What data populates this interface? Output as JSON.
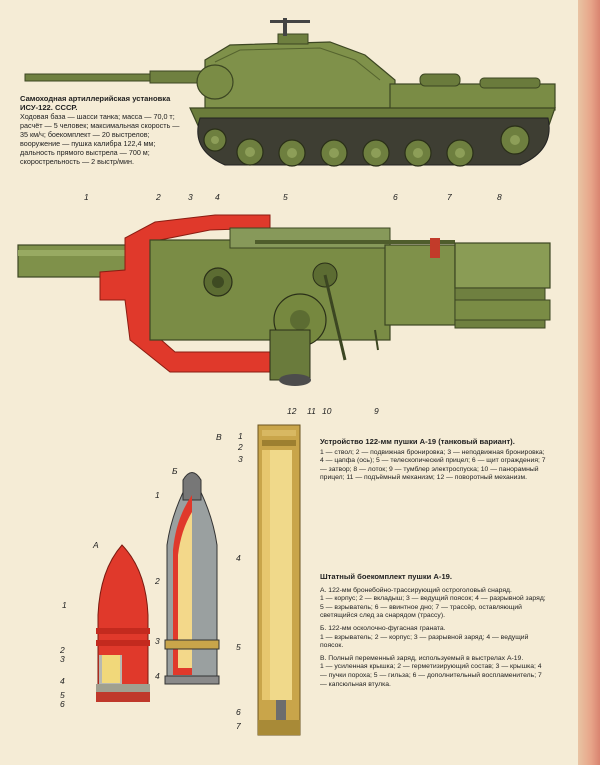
{
  "hero": {
    "title": "Самоходная артиллерийская установка ИСУ-122. СССР.",
    "desc": "Ходовая база — шасси танка; масса — 70,0 т; расчёт — 5 человек; максимальная скорость — 35 км/ч; боекомплект — 20 выстрелов; вооружение — пушка калибра 122,4 мм; дальность прямого выстрела — 700 м; скорострельность — 2 выстр/мин."
  },
  "gun_labels_top": [
    "1",
    "2",
    "3",
    "4",
    "5",
    "6",
    "7",
    "8"
  ],
  "gun_labels_bottom": [
    "12",
    "11",
    "10",
    "9"
  ],
  "gun_section": {
    "title": "Устройство 122-мм пушки А-19 (танковый вариант).",
    "text": "1 — ствол; 2 — подвижная бронировка; 3 — неподвижная бронировка; 4 — цапфа (ось); 5 — телескопический прицел; 6 — щит ограждения; 7 — затвор; 8 — лоток; 9 — тумблер электроспуска; 10 — панорамный прицел; 11 — подъёмный механизм; 12 — поворотный механизм."
  },
  "ammo_section": {
    "title": "Штатный боекомплект пушки А-19.",
    "a_title": "А. 122-мм бронебойно-трассирующий остроголовый снаряд.",
    "a_text": "1 — корпус; 2 — вкладыш; 3 — ведущий поясок; 4 — разрывной заряд; 5 — взрыватель; 6 — ввинтное дно; 7 — трассёр, оставляющий светящийся след за снарядом (трассу).",
    "b_title": "Б. 122-мм осколочно-фугасная граната.",
    "b_text": "1 — взрыватель; 2 — корпус; 3 — разрывной заряд; 4 — ведущий поясок.",
    "v_title": "В. Полный переменный заряд, используемый в выстрелах А-19.",
    "v_text": "1 — усиленная крышка; 2 — герметизирующий состав; 3 — крышка; 4 — пучки пороха; 5 — гильза; 6 — дополнительный воспламенитель; 7 — капсюльная втулка."
  },
  "shell_letters": {
    "a": "А",
    "b": "Б",
    "v": "В"
  },
  "shell_a_labels": [
    "1",
    "2",
    "3",
    "4",
    "5",
    "6"
  ],
  "shell_b_labels": [
    "1",
    "2",
    "3",
    "4"
  ],
  "shell_v_labels": [
    "1",
    "2",
    "3",
    "4",
    "5",
    "6",
    "7"
  ],
  "colors": {
    "olive": "#7a8c4a",
    "olive_dark": "#4f5d2c",
    "armor_red": "#e0392b",
    "paper": "#f5ecd6",
    "brass": "#c9a54a"
  }
}
